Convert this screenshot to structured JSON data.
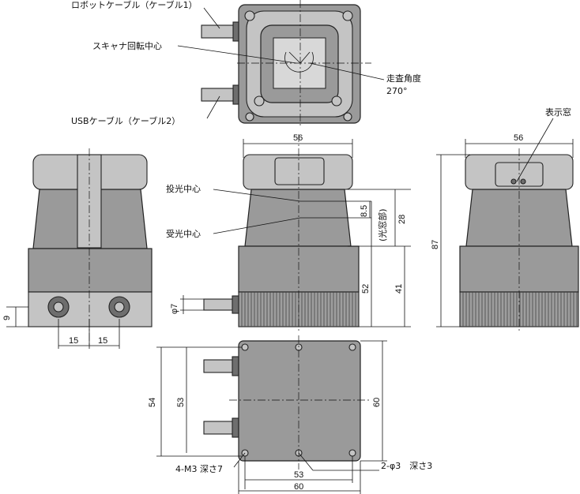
{
  "callouts": {
    "robot_cable": "ロボットケーブル（ケーブル1）",
    "scanner_center": "スキャナ回転中心",
    "usb_cable": "USBケーブル（ケーブル2）",
    "scan_angle": "走査角度",
    "scan_angle_value": "270°",
    "indicator_window": "表示窓",
    "emit_center": "投光中心",
    "receive_center": "受光中心",
    "optical_window": "(光窓部)",
    "mount_holes": "4-M3 深さ7",
    "pin_holes": "2-φ3　深さ3"
  },
  "dimensions": {
    "front_width": "56",
    "side_width": "56",
    "height_total": "87",
    "emit_offset": "8.5",
    "window_height": "28",
    "base_to_window": "52",
    "base_height": "41",
    "cable_dia": "φ7",
    "connector_height": "9",
    "connector_pitch_left": "15",
    "connector_pitch_right": "15",
    "bottom_depth_outer": "54",
    "bottom_depth_inner": "53",
    "bottom_depth_right": "60",
    "bottom_width_inner": "53",
    "bottom_width_outer": "60"
  }
}
